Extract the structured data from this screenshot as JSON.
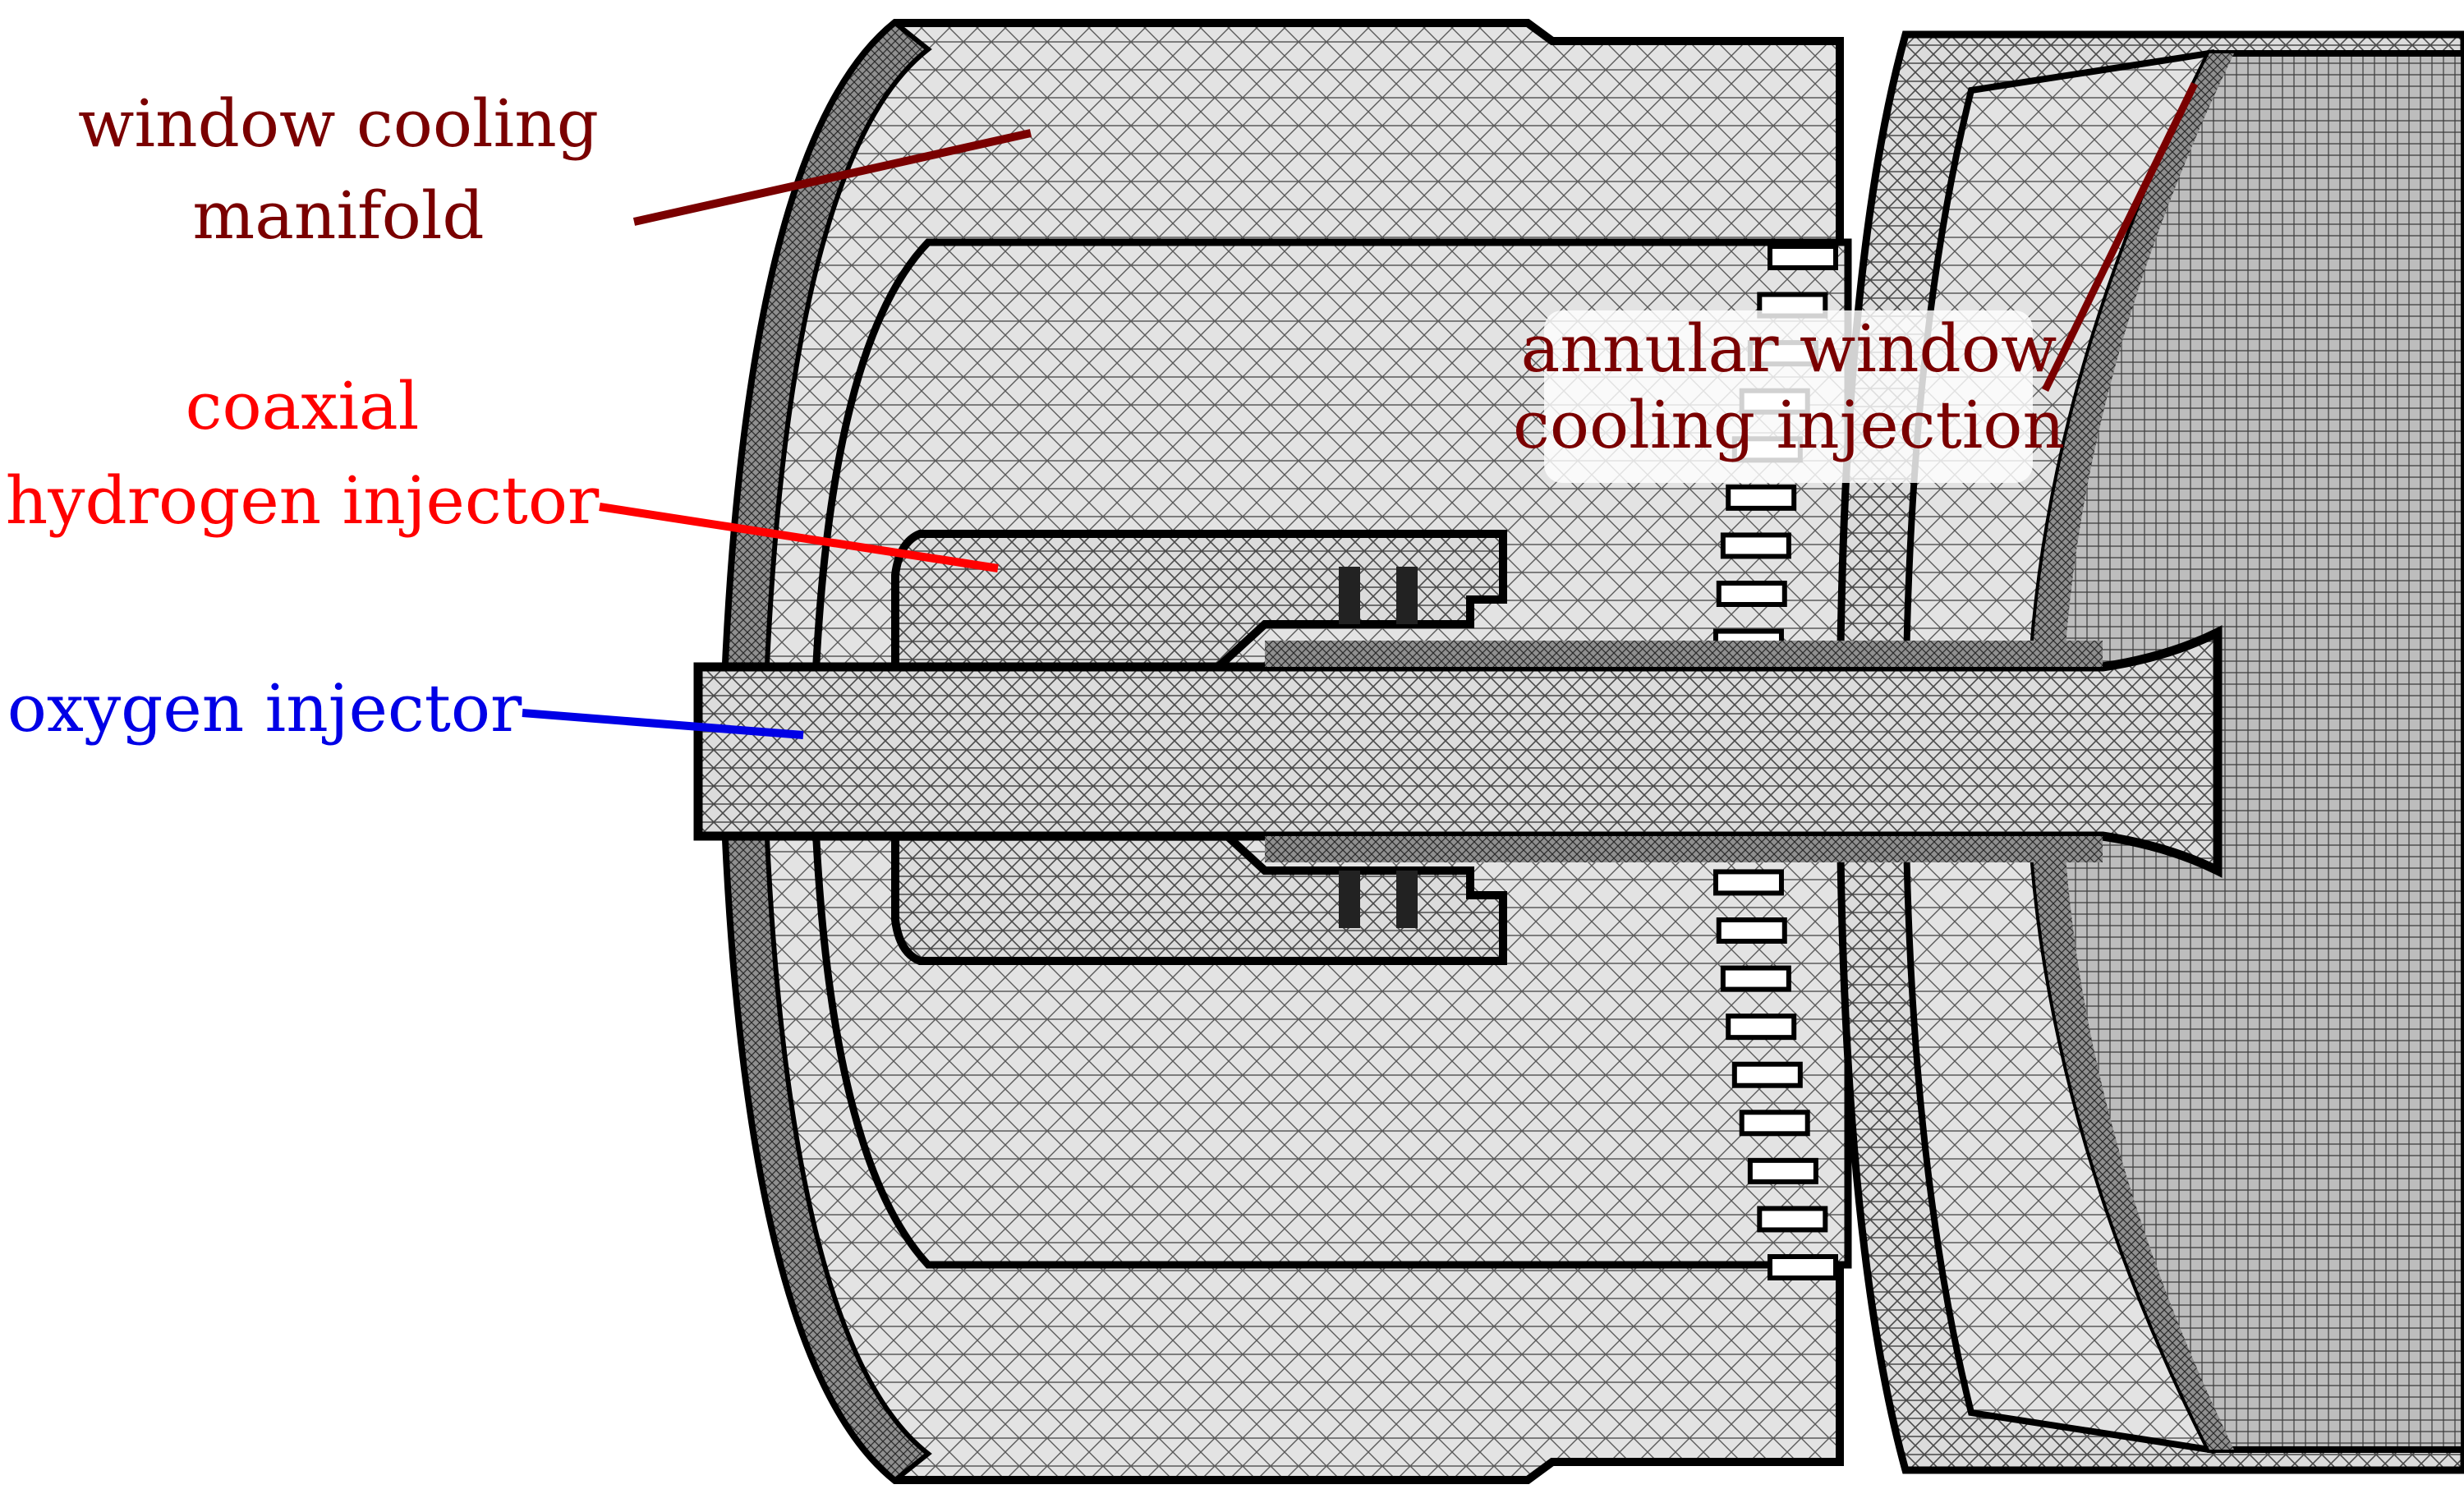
{
  "labels": {
    "manifold_line1": "window cooling",
    "manifold_line2": "manifold",
    "hydrogen_line1": "coaxial",
    "hydrogen_line2": "hydrogen injector",
    "oxygen": "oxygen injector",
    "annular_line1": "annular window",
    "annular_line2": "cooling injection"
  },
  "colors": {
    "manifold": "#7a0000",
    "hydrogen": "#ff0000",
    "oxygen": "#0000e6",
    "annular": "#7a0000",
    "mesh_outline": "#000000",
    "mesh_fill": "#d9d9d9"
  }
}
